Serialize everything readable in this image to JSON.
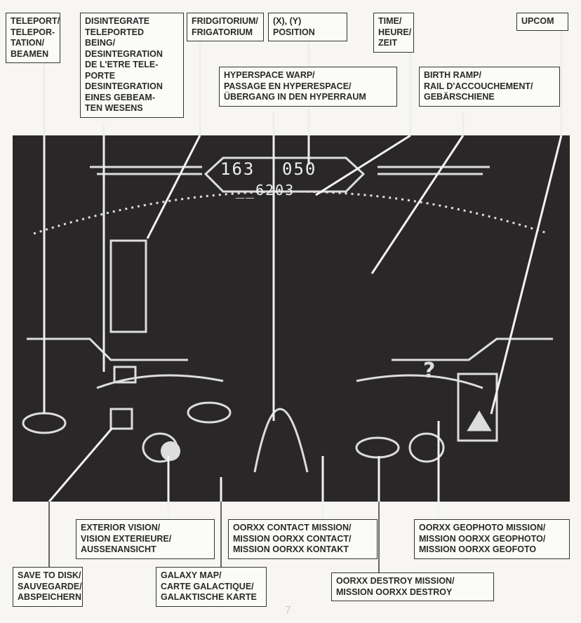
{
  "screen": {
    "readout_x": "163",
    "readout_y": "050",
    "readout_time": "__6203"
  },
  "labels": {
    "teleport": [
      "TELEPORT/",
      "TELEPOR-",
      "TATION/",
      "BEAMEN"
    ],
    "disintegrate": [
      "DISINTEGRATE",
      "TELEPORTED",
      "BEING/",
      "DESINTEGRATION",
      "DE L'ETRE TELE-",
      "PORTE",
      "DESINTEGRATION",
      "EINES GEBEAM-",
      "TEN WESENS"
    ],
    "fridgitorium": [
      "FRIDGITORIUM/",
      "FRIGATORIUM"
    ],
    "position": [
      "(X), (Y)",
      "POSITION"
    ],
    "time": [
      "TIME/",
      "HEURE/",
      "ZEIT"
    ],
    "upcom": [
      "UPCOM"
    ],
    "hyperspace": [
      "HYPERSPACE WARP/",
      "PASSAGE EN HYPERESPACE/",
      "ÜBERGANG IN DEN HYPERRAUM"
    ],
    "birth_ramp": [
      "BIRTH RAMP/",
      "RAIL D'ACCOUCHEMENT/",
      "GEBÄRSCHIENE"
    ],
    "exterior_vision": [
      "EXTERIOR VISION/",
      "VISION EXTERIEURE/",
      "AUSSENANSICHT"
    ],
    "contact_mission": [
      "OORXX CONTACT MISSION/",
      "MISSION OORXX CONTACT/",
      "MISSION OORXX KONTAKT"
    ],
    "geophoto_mission": [
      "OORXX GEOPHOTO MISSION/",
      "MISSION OORXX GEOPHOTO/",
      "MISSION OORXX GEOFOTO"
    ],
    "save_to_disk": [
      "SAVE TO DISK/",
      "SAUVEGARDE/",
      "ABSPEICHERN"
    ],
    "galaxy_map": [
      "GALAXY MAP/",
      "CARTE GALACTIQUE/",
      "GALAKTISCHE KARTE"
    ],
    "destroy_mission": [
      "OORXX DESTROY MISSION/",
      "MISSION OORXX DESTROY"
    ]
  },
  "page_number": "7"
}
